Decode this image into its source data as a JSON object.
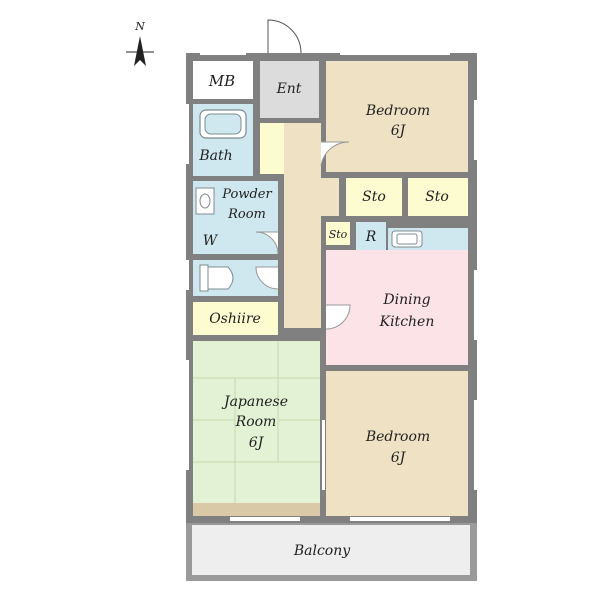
{
  "compass": {
    "label": "N",
    "icon": "north-arrow-icon"
  },
  "rooms": {
    "mb": "MB",
    "ent": "Ent",
    "bedroom_top": {
      "name": "Bedroom",
      "size": "6J"
    },
    "bath": "Bath",
    "powder_room": {
      "line1": "Powder",
      "line2": "Room"
    },
    "washer": "W",
    "sto_1": "Sto",
    "sto_2": "Sto",
    "sto_small": "Sto",
    "fridge": "R",
    "oshiire": "Oshiire",
    "dining_kitchen": {
      "line1": "Dining",
      "line2": "Kitchen"
    },
    "japanese_room": {
      "line1": "Japanese",
      "line2": "Room",
      "size": "6J"
    },
    "bedroom_bottom": {
      "name": "Bedroom",
      "size": "6J"
    },
    "balcony": "Balcony"
  },
  "colors": {
    "wall": "#808080",
    "bedroom": "#efe2c4",
    "bath": "#cfe7ef",
    "dining_kitchen": "#fbe3e8",
    "japanese_room": "#e3f1d4",
    "japanese_border": "#d9c9a7",
    "storage": "#fdfbd0",
    "hallway": "#efe2c4",
    "entrance": "#dcdcdc",
    "balcony": "#eeeeee"
  }
}
